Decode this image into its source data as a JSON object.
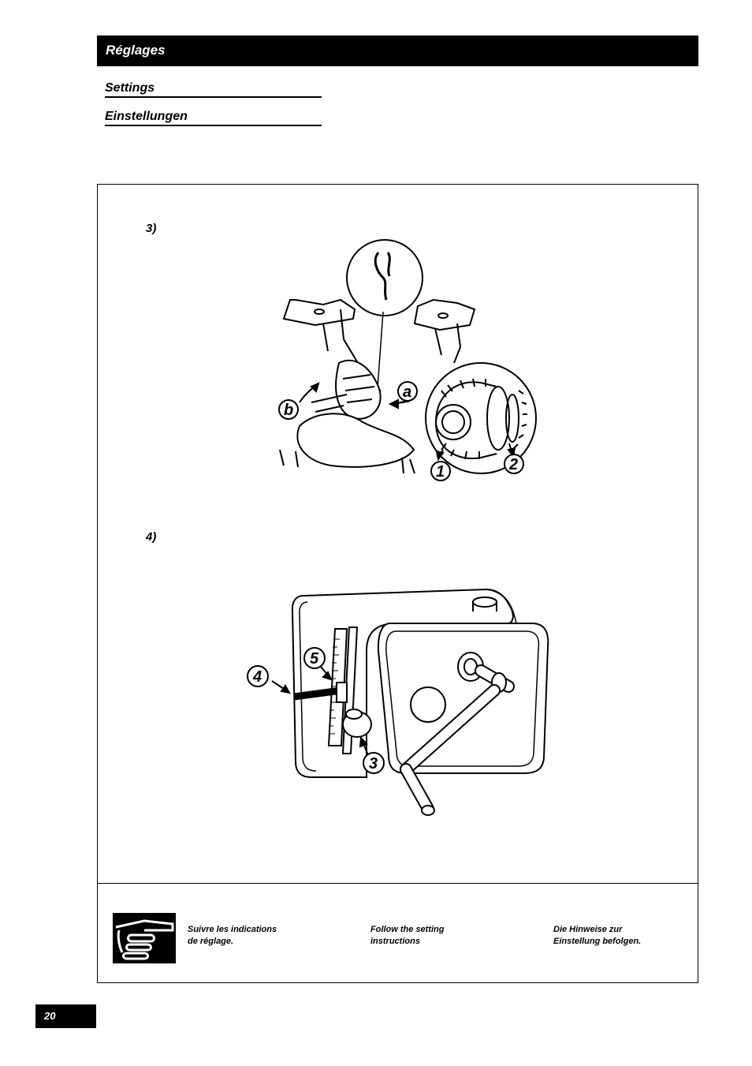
{
  "header": {
    "title": "Réglages"
  },
  "subtitles": {
    "en": "Settings",
    "de": "Einstellungen"
  },
  "steps": [
    {
      "label": "3)",
      "callouts": [
        "a",
        "b",
        "1",
        "2"
      ]
    },
    {
      "label": "4)",
      "callouts": [
        "5",
        "4",
        "3"
      ]
    }
  ],
  "notes": [
    {
      "text": "Suivre les indications\nde réglage."
    },
    {
      "text": "Follow the setting\ninstructions"
    },
    {
      "text": "Die Hinweise zur\nEinstellung befolgen."
    }
  ],
  "icons": {
    "note": "pointing-hand-icon"
  },
  "page_number": "20"
}
